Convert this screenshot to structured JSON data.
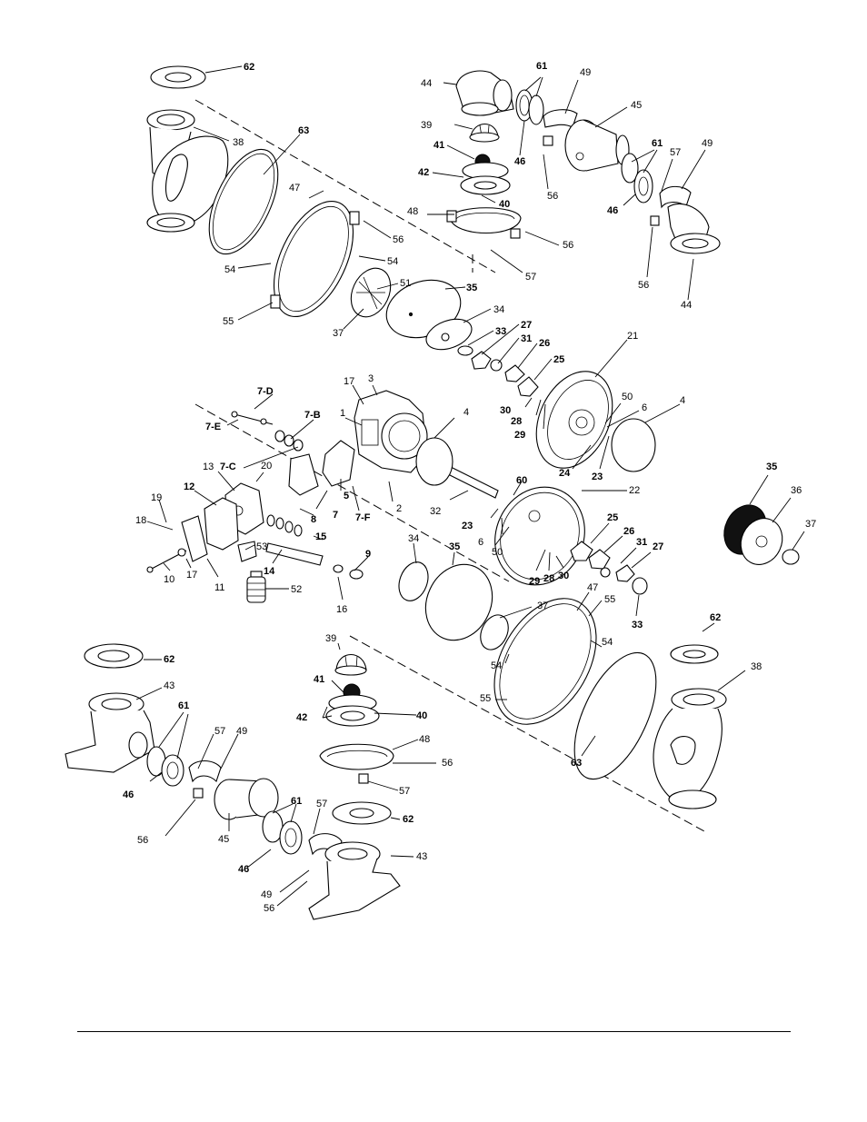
{
  "callouts": {
    "c62a": "62",
    "c38a": "38",
    "c63a": "63",
    "c47a": "47",
    "c56a": "56",
    "c54a": "54",
    "c54b": "54",
    "c55a": "55",
    "c37a": "37",
    "c51": "51",
    "c35a": "35",
    "c34a": "34",
    "c33a": "33",
    "c27a": "27",
    "c31a": "31",
    "c26a": "26",
    "c25a": "25",
    "c21": "21",
    "c30a": "30",
    "c28a": "28",
    "c29a": "29",
    "c50a": "50",
    "c6a": "6",
    "c4a": "4",
    "c24": "24",
    "c23a": "23",
    "c44a": "44",
    "c39a": "39",
    "c41a": "41",
    "c42a": "42",
    "c46a": "46",
    "c40a": "40",
    "c61a": "61",
    "c49a": "49",
    "c45a": "45",
    "c56b": "56",
    "c48a": "48",
    "c56c": "56",
    "c57a": "57",
    "c61b": "61",
    "c57b": "57",
    "c49b": "49",
    "c46b": "46",
    "c56d": "56",
    "c44b": "44",
    "c17a": "17",
    "c3": "3",
    "c1": "1",
    "c7D": "7-D",
    "c7E": "7-E",
    "c7B": "7-B",
    "c7C": "7-C",
    "c4b": "4",
    "c13": "13",
    "c20": "20",
    "c12": "12",
    "c19": "19",
    "c18": "18",
    "c5": "5",
    "c7": "7",
    "c7F": "7-F",
    "c2": "2",
    "c8": "8",
    "c32": "32",
    "c60": "60",
    "c22": "22",
    "c23b": "23",
    "c6b": "6",
    "c50b": "50",
    "c53": "53",
    "c15": "15",
    "c14": "14",
    "c9": "9",
    "c10": "10",
    "c17b": "17",
    "c11": "11",
    "c16": "16",
    "c52": "52",
    "c29b": "29",
    "c28b": "28",
    "c30b": "30",
    "c25b": "25",
    "c26b": "26",
    "c31b": "31",
    "c27b": "27",
    "c33b": "33",
    "c35b": "35",
    "c36": "36",
    "c37b": "37",
    "c34b": "34",
    "c35c": "35",
    "c37c": "37",
    "c47b": "47",
    "c55b": "55",
    "c54c": "54",
    "c54d": "54",
    "c55c": "55",
    "c62b": "62",
    "c38b": "38",
    "c63b": "63",
    "c62c": "62",
    "c43a": "43",
    "c61c": "61",
    "c57c": "57",
    "c49c": "49",
    "c46c": "46",
    "c56e": "56",
    "c45b": "45",
    "c61d": "61",
    "c57d": "57",
    "c62d": "62",
    "c46d": "46",
    "c43b": "43",
    "c49d": "49",
    "c56f": "56",
    "c39b": "39",
    "c41b": "41",
    "c42b": "42",
    "c40b": "40",
    "c48b": "48",
    "c56g": "56",
    "c57e": "57"
  }
}
